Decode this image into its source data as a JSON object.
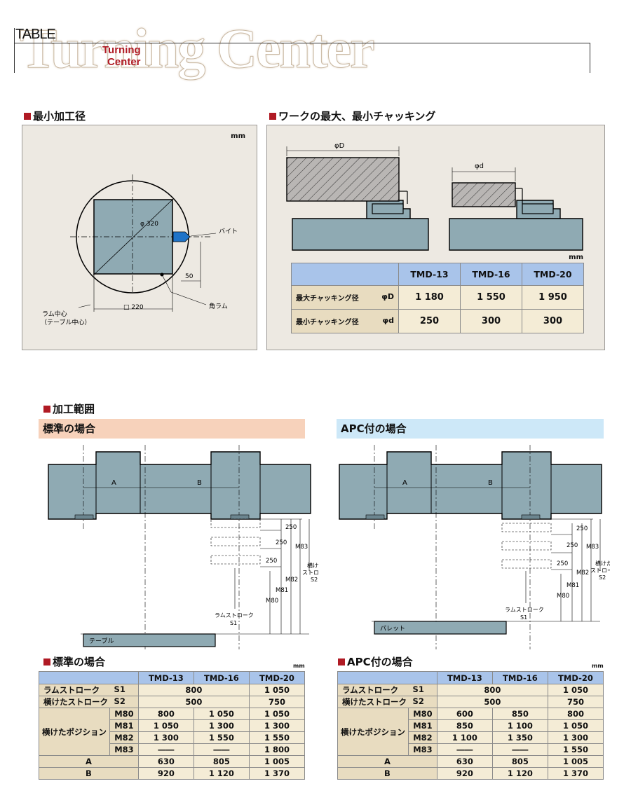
{
  "header": {
    "table_label": "TABLE",
    "watermark": "Turning Center",
    "subtitle_line1": "Turning",
    "subtitle_line2": "Center"
  },
  "min_dia": {
    "heading": "最小加工径",
    "unit": "mm",
    "dia_label": "φ 320",
    "square_label": "□ 220",
    "offset_label": "50",
    "bite_label": "バイト",
    "ram_center_line1": "ラム中心",
    "ram_center_line2": "（テーブル中心）",
    "square_ram_label": "角ラム"
  },
  "chucking": {
    "heading": "ワークの最大、最小チャッキング",
    "unit": "mm",
    "max_dia_label": "φD",
    "min_dia_label": "φd",
    "table": {
      "headers": [
        "TMD-13",
        "TMD-16",
        "TMD-20"
      ],
      "rows": [
        {
          "label": "最大チャッキング径",
          "sym": "φD",
          "values": [
            "1 180",
            "1 550",
            "1 950"
          ]
        },
        {
          "label": "最小チャッキング径",
          "sym": "φd",
          "values": [
            "250",
            "300",
            "300"
          ]
        }
      ]
    }
  },
  "range": {
    "heading": "加工範囲",
    "std_band": "標準の場合",
    "apc_band": "APC付の場合",
    "dim_a": "A",
    "dim_b": "B",
    "dim_250": "250",
    "m80": "M80",
    "m81": "M81",
    "m82": "M82",
    "m83": "M83",
    "ram_stroke_line1": "ラムストローク",
    "ram_stroke_line2": "S1",
    "cross_stroke_line1": "横けた",
    "cross_stroke_line2": "ストローク",
    "cross_stroke_line3": "S2",
    "table_label": "テーブル",
    "pallet_label": "パレット",
    "colors": {
      "machine": "#8faab3",
      "std_band": "#f7d2bb",
      "apc_band": "#cde8f8"
    }
  },
  "spec_std": {
    "heading": "標準の場合",
    "unit": "mm",
    "headers": [
      "TMD-13",
      "TMD-16",
      "TMD-20"
    ],
    "s1": {
      "label": "ラムストローク",
      "sym": "S1",
      "merged": "800",
      "last": "1 050"
    },
    "s2": {
      "label": "横けたストローク",
      "sym": "S2",
      "merged": "500",
      "last": "750"
    },
    "pos_label": "横けたポジション",
    "pos_rows": [
      {
        "sym": "M80",
        "values": [
          "800",
          "1 050",
          "1 050"
        ]
      },
      {
        "sym": "M81",
        "values": [
          "1 050",
          "1 300",
          "1 300"
        ]
      },
      {
        "sym": "M82",
        "values": [
          "1 300",
          "1 550",
          "1 550"
        ]
      },
      {
        "sym": "M83",
        "values": [
          "――",
          "――",
          "1 800"
        ]
      }
    ],
    "a": {
      "label": "A",
      "values": [
        "630",
        "805",
        "1 005"
      ]
    },
    "b": {
      "label": "B",
      "values": [
        "920",
        "1 120",
        "1 370"
      ]
    }
  },
  "spec_apc": {
    "heading": "APC付の場合",
    "unit": "mm",
    "headers": [
      "TMD-13",
      "TMD-16",
      "TMD-20"
    ],
    "s1": {
      "label": "ラムストローク",
      "sym": "S1",
      "merged": "800",
      "last": "1 050"
    },
    "s2": {
      "label": "横けたストローク",
      "sym": "S2",
      "merged": "500",
      "last": "750"
    },
    "pos_label": "横けたポジション",
    "pos_rows": [
      {
        "sym": "M80",
        "values": [
          "600",
          "850",
          "800"
        ]
      },
      {
        "sym": "M81",
        "values": [
          "850",
          "1 100",
          "1 050"
        ]
      },
      {
        "sym": "M82",
        "values": [
          "1 100",
          "1 350",
          "1 300"
        ]
      },
      {
        "sym": "M83",
        "values": [
          "――",
          "――",
          "1 550"
        ]
      }
    ],
    "a": {
      "label": "A",
      "values": [
        "630",
        "805",
        "1 005"
      ]
    },
    "b": {
      "label": "B",
      "values": [
        "920",
        "1 120",
        "1 370"
      ]
    }
  }
}
